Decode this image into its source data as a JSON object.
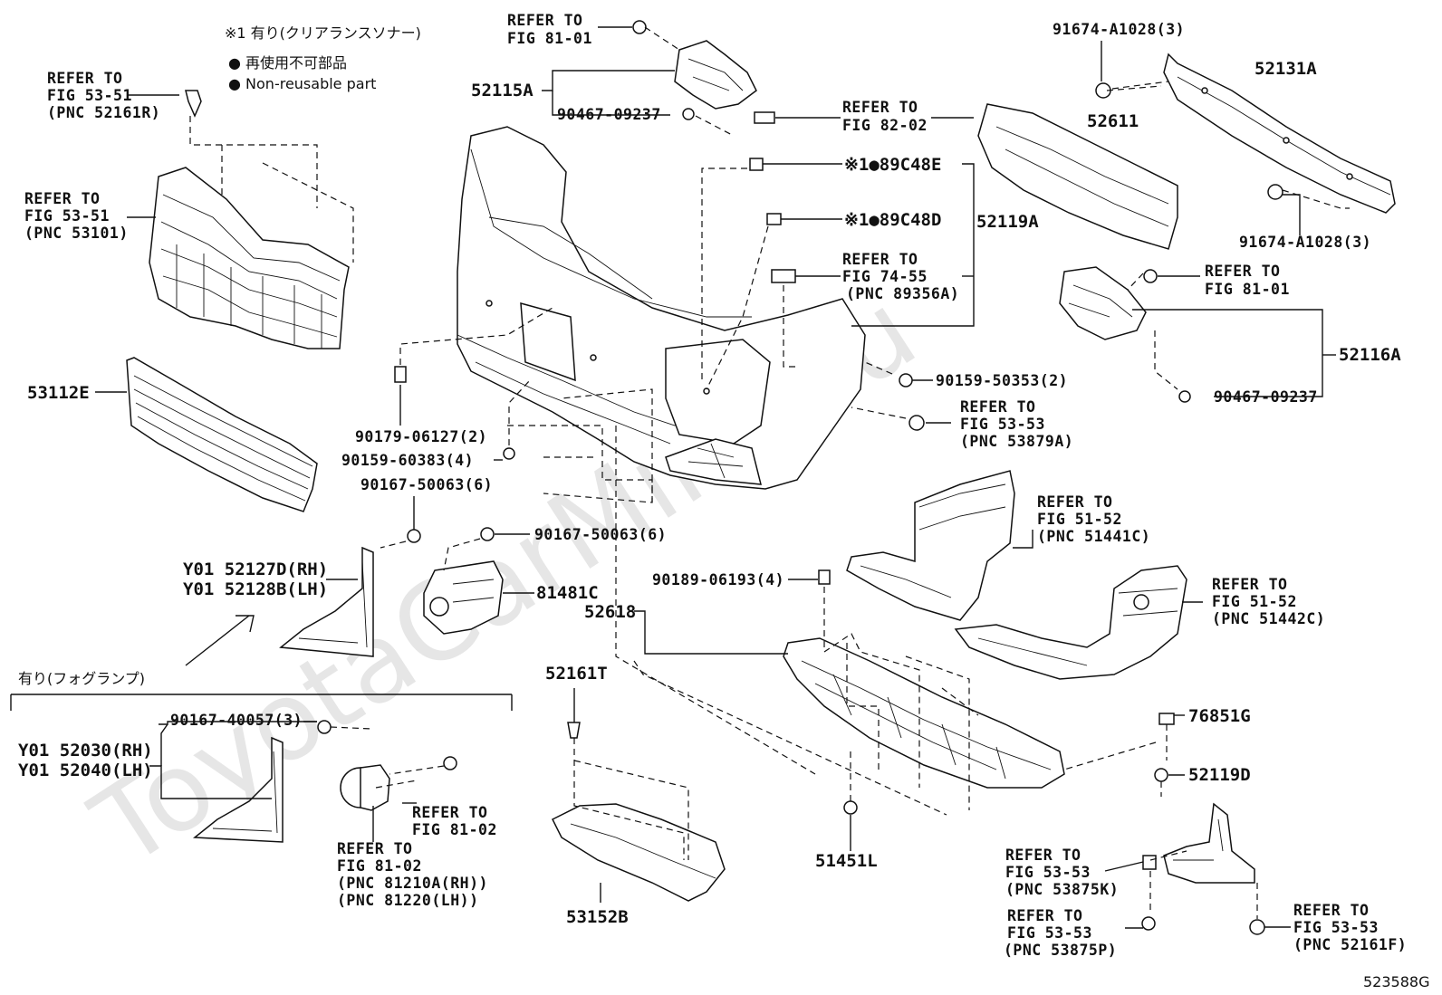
{
  "notes": {
    "note1": "※1 有り(クリアランスソナー)",
    "note2": "● 再使用不可部品",
    "note3": "● Non-reusable part",
    "fog_header": "有り(フォグランプ)"
  },
  "watermark": "ToyotaCarMine.ru",
  "figure_id": "523588G",
  "labels": {
    "ref_81_01_top": [
      "REFER TO",
      "FIG 81-01"
    ],
    "p52115A": "52115A",
    "p90467_top": "90467-09237",
    "ref_53_51_a": [
      "REFER TO",
      "FIG 53-51",
      "(PNC 52161R)"
    ],
    "ref_53_51_b": [
      "REFER TO",
      "FIG 53-51",
      "(PNC 53101)"
    ],
    "p53112E": "53112E",
    "ref_82_02": [
      "REFER TO",
      "FIG 82-02"
    ],
    "p89C48E": "※1●89C48E",
    "p89C48D": "※1●89C48D",
    "p52119A": "52119A",
    "ref_74_55": [
      "REFER TO",
      "FIG 74-55",
      "(PNC 89356A)"
    ],
    "p91674_a": "91674-A1028(3)",
    "p52131A": "52131A",
    "p52611": "52611",
    "p91674_b": "91674-A1028(3)",
    "ref_81_01_right": [
      "REFER TO",
      "FIG 81-01"
    ],
    "p52116A": "52116A",
    "p90467_right": "90467-09237",
    "p90159_50353": "90159-50353(2)",
    "ref_53_53_a": [
      "REFER TO",
      "FIG 53-53",
      "(PNC 53879A)"
    ],
    "p90179": "90179-06127(2)",
    "p90159_60383": "90159-60383(4)",
    "p90167_50063_a": "90167-50063(6)",
    "p90167_50063_b": "90167-50063(6)",
    "p52127D": "Y01 52127D(RH)",
    "p52128B": "Y01 52128B(LH)",
    "p81481C": "81481C",
    "ref_51_52_a": [
      "REFER TO",
      "FIG 51-52",
      "(PNC 51441C)"
    ],
    "p90189": "90189-06193(4)",
    "p52618": "52618",
    "ref_51_52_b": [
      "REFER TO",
      "FIG 51-52",
      "(PNC 51442C)"
    ],
    "p52161T": "52161T",
    "p76851G": "76851G",
    "p52119D": "52119D",
    "p90167_40057": "90167-40057(3)",
    "p52030": "Y01 52030(RH)",
    "p52040": "Y01 52040(LH)",
    "ref_81_02_a": [
      "REFER TO",
      "FIG 81-02"
    ],
    "ref_81_02_b": [
      "REFER TO",
      "FIG 81-02",
      "(PNC 81210A(RH))",
      "(PNC 81220(LH))"
    ],
    "p51451L": "51451L",
    "p53152B": "53152B",
    "ref_53_53_b": [
      "REFER TO",
      "FIG 53-53",
      "(PNC 53875K)"
    ],
    "ref_53_53_c": [
      "REFER TO",
      "FIG 53-53",
      "(PNC 53875P)"
    ],
    "ref_53_53_d": [
      "REFER TO",
      "FIG 53-53",
      "(PNC 52161F)"
    ]
  }
}
